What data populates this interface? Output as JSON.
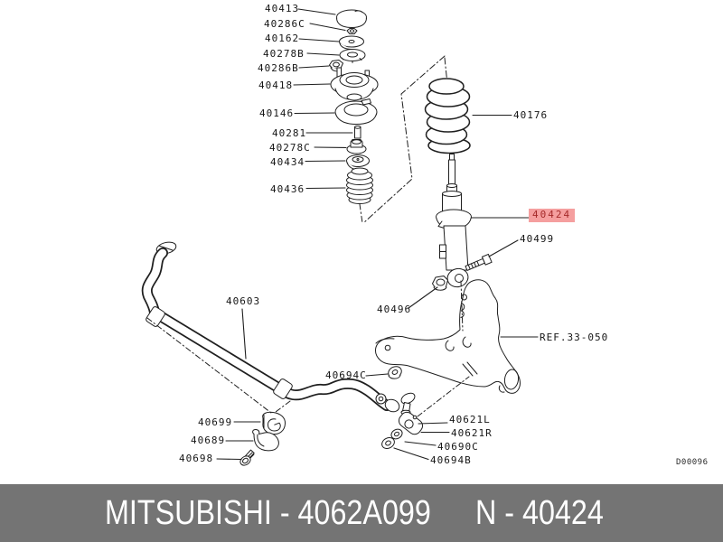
{
  "diagram": {
    "drawing_code": "D00096",
    "line_color": "#1f1f1f",
    "highlight": {
      "part": "40424",
      "background": "#f59f9f",
      "text_color": "#a52a2a"
    },
    "labels": [
      {
        "text": "40413"
      },
      {
        "text": "40286C"
      },
      {
        "text": "40162"
      },
      {
        "text": "40278B"
      },
      {
        "text": "40286B"
      },
      {
        "text": "40418"
      },
      {
        "text": "40146"
      },
      {
        "text": "40281"
      },
      {
        "text": "40278C"
      },
      {
        "text": "40434"
      },
      {
        "text": "40436"
      },
      {
        "text": "40176"
      },
      {
        "text": "40424"
      },
      {
        "text": "40499"
      },
      {
        "text": "40496"
      },
      {
        "text": "REF.33-050"
      },
      {
        "text": "40603"
      },
      {
        "text": "40694C"
      },
      {
        "text": "40699"
      },
      {
        "text": "40689"
      },
      {
        "text": "40698"
      },
      {
        "text": "40621L"
      },
      {
        "text": "40621R"
      },
      {
        "text": "40690C"
      },
      {
        "text": "40694B"
      }
    ]
  },
  "footer": {
    "left_text": "MITSUBISHI - 4062A099",
    "right_text": "N - 40424",
    "background": "#747474",
    "text_color": "#ffffff"
  }
}
